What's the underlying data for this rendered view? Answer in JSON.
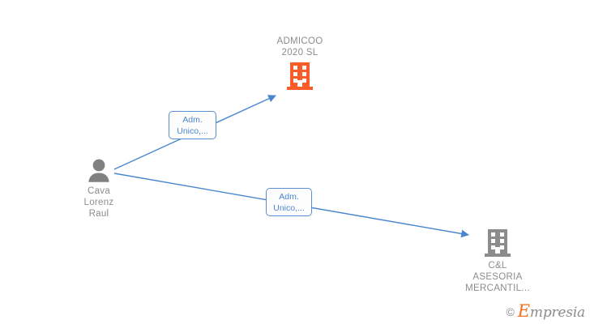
{
  "diagram": {
    "type": "corporate-relationship-graph",
    "background": "#ffffff",
    "edge_color": "#4a86d0",
    "company_active_color": "#fa5c28",
    "company_inactive_color": "#8c8c8c",
    "person_color": "#808080",
    "label_text_color": "#4a86d0",
    "node_text_color": "#8c8c8c"
  },
  "nodes": [
    {
      "id": "admicoo",
      "kind": "company",
      "icon": "building-icon",
      "label": "ADMICOO\n2020  SL",
      "label_position": "above",
      "color": "#fa5c28"
    },
    {
      "id": "person",
      "kind": "person",
      "icon": "person-icon",
      "label": "Cava\nLorenz\nRaul",
      "label_position": "below",
      "color": "#808080"
    },
    {
      "id": "cyl",
      "kind": "company",
      "icon": "building-icon",
      "label": "C&L\nASESORIA\nMERCANTIL...",
      "label_position": "below",
      "color": "#8c8c8c"
    }
  ],
  "edges": [
    {
      "id": "edge-person-admicoo",
      "from": "person",
      "to": "admicoo",
      "label": "Adm.\nUnico,..."
    },
    {
      "id": "edge-person-cyl",
      "from": "person",
      "to": "cyl",
      "label": "Adm.\nUnico,..."
    }
  ],
  "watermark": {
    "copyright": "©",
    "brand_initial": "E",
    "brand_rest": "mpresia"
  }
}
